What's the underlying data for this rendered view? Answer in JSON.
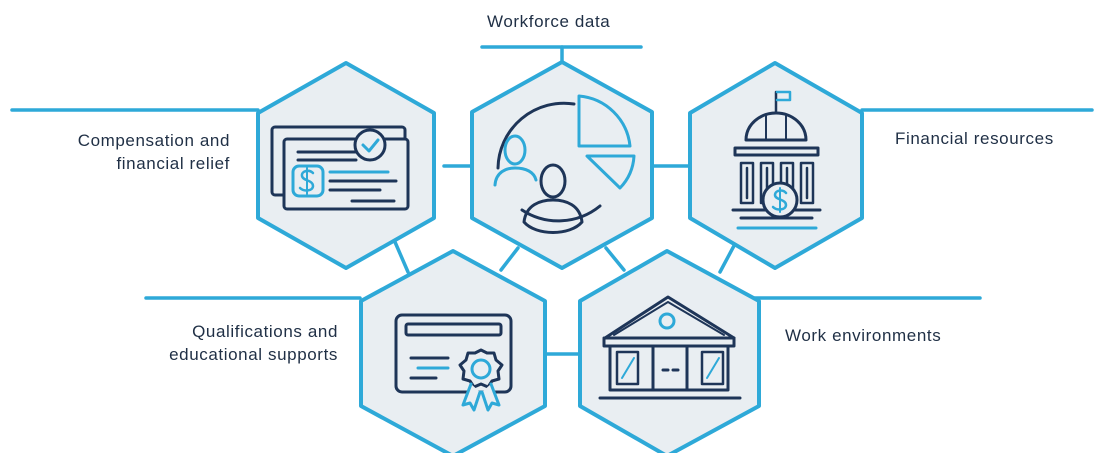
{
  "labels": {
    "workforce": "Workforce data",
    "compensation": [
      "Compensation and",
      "financial relief"
    ],
    "financial": "Financial resources",
    "qualifications": [
      "Qualifications and",
      "educational supports"
    ],
    "work_env": "Work environments"
  },
  "colors": {
    "accent": "#2ea9d8",
    "navy": "#1e3558",
    "hex_fill": "#e9eef2",
    "text": "#1f2f45"
  },
  "icons": [
    "compensation-certificate-icon",
    "workforce-data-icon",
    "financial-bank-icon",
    "qualification-diploma-icon",
    "work-environment-building-icon"
  ]
}
